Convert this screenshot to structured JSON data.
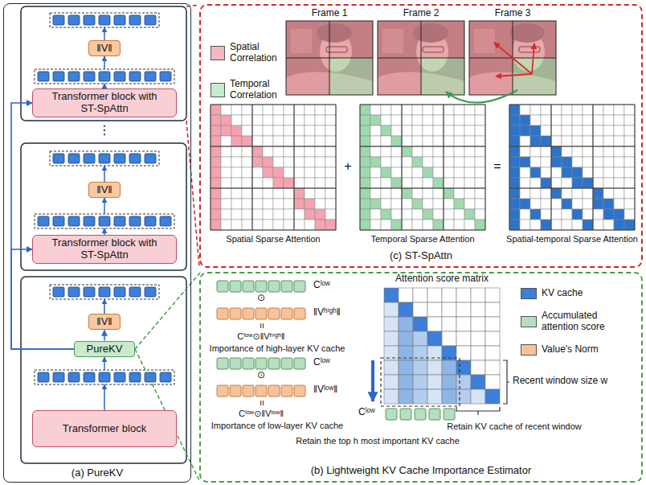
{
  "diagram": {
    "nodes": [
      {
        "text": [
          "(a) PureKV"
        ]
      },
      {
        "text": [
          "‖V‖"
        ],
        "in": 0
      },
      {
        "text": [
          "Transformer block with ST-SpAttn"
        ],
        "in": 0
      },
      {
        "text": [
          "‖V‖"
        ],
        "in": 0
      },
      {
        "text": [
          "Transformer block with ST-SpAttn"
        ],
        "in": 0
      },
      {
        "text": [
          "‖V‖"
        ],
        "in": 0
      },
      {
        "text": [
          "PureKV"
        ],
        "in": 0
      },
      {
        "text": [
          "Transformer block"
        ],
        "in": 0
      },
      {
        "text": [
          "(c) ST-SpAttn"
        ]
      },
      {
        "text": [
          "(b) Lightweight KV Cache Importance Estimator"
        ]
      }
    ],
    "edges": [
      {
        "from": 6,
        "to": 2,
        "arrow": "to"
      },
      {
        "from": 6,
        "to": 4,
        "arrow": "to"
      },
      {
        "from": 6,
        "to": 5,
        "arrow": "to"
      },
      {
        "from": 6,
        "to": 9,
        "arrow": "none"
      },
      {
        "from": 6,
        "to": 9,
        "arrow": "none"
      }
    ],
    "labels": [
      "Frame 1",
      "Frame 2",
      "Frame 3",
      "Spatial Sparse Attention",
      "+",
      "Temporal Sparse Attention",
      "=",
      "Spatial-temporal Sparse Attention",
      "⋮",
      "Cˡᵒʷ",
      "⊙",
      "‖Vʰⁱᵍʰ‖",
      "=",
      "Cˡᵒʷ⊙‖Vʰⁱᵍʰ‖",
      "Importance of high-layer KV cache",
      "Cˡᵒʷ",
      "⊙",
      "‖Vˡᵒʷ‖",
      "=",
      "Cˡᵒʷ⊙‖Vˡᵒʷ‖",
      "Importance of low-layer KV cache",
      "Attention score matrix",
      "Recent window size w",
      "Cˡᵒʷ",
      "Retain the top h most important KV cache",
      "Retain KV cache of recent window"
    ],
    "legend": [
      {
        "text": "Spatial Correlation",
        "color": "#f4b8c2"
      },
      {
        "text": "Temporal Correlation",
        "color": "#c6ecd0"
      },
      {
        "text": "KV cache",
        "color": "#3d7fd9"
      },
      {
        "text": "Accumulated attention score",
        "color": "#b5dfc0"
      },
      {
        "text": "Value's Norm",
        "color": "#f7c39a"
      }
    ]
  }
}
